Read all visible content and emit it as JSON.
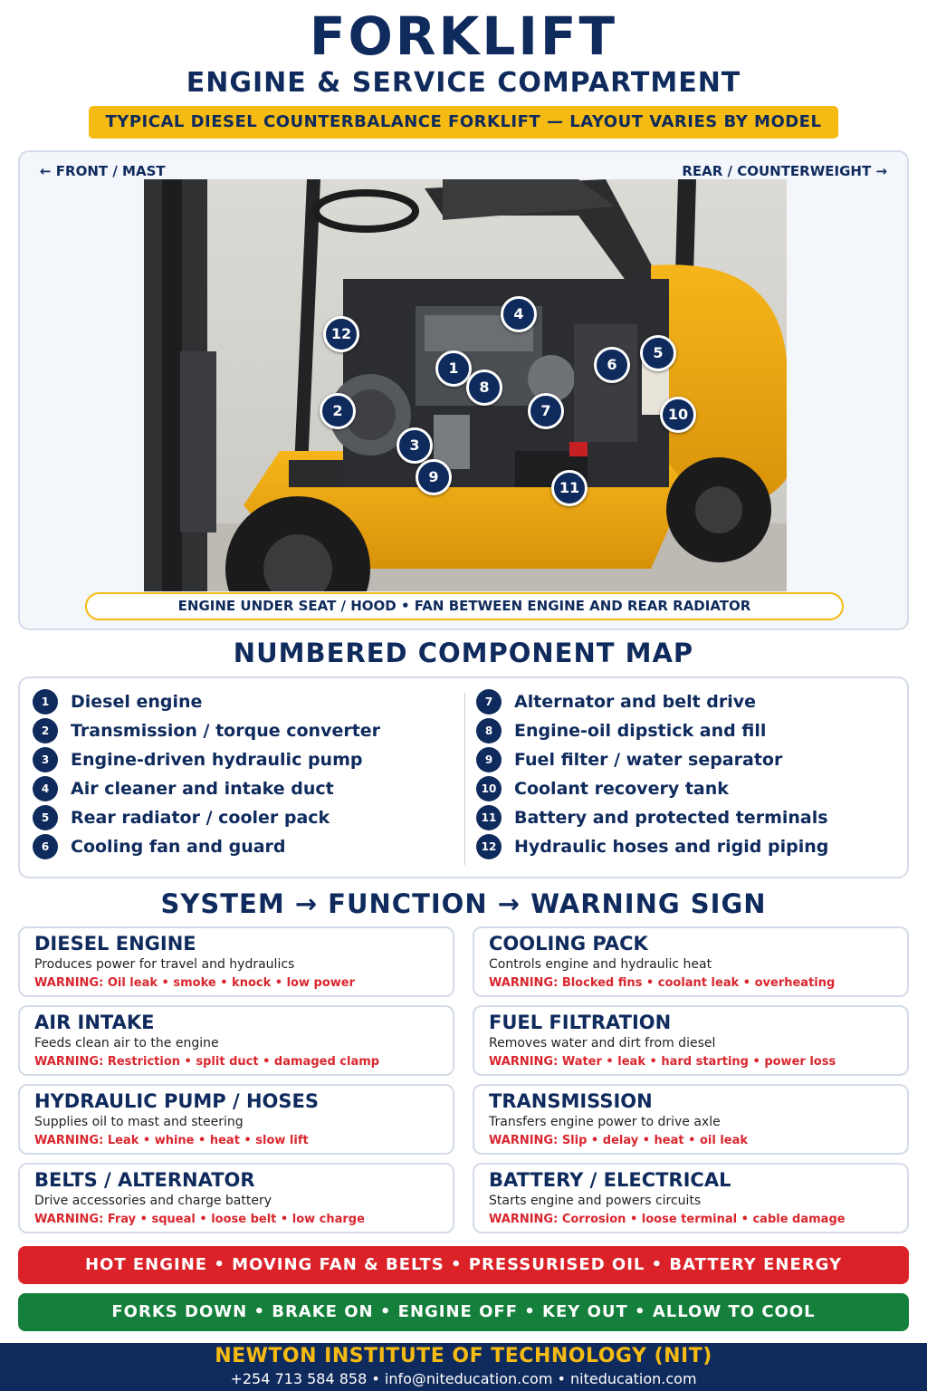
{
  "header": {
    "title": "FORKLIFT",
    "subtitle": "ENGINE & SERVICE COMPARTMENT",
    "banner": "TYPICAL DIESEL COUNTERBALANCE FORKLIFT — LAYOUT VARIES BY MODEL"
  },
  "photo_panel": {
    "front_label": "← FRONT / MAST",
    "rear_label": "REAR / COUNTERWEIGHT →",
    "caption": "ENGINE UNDER SEAT / HOOD • FAN BETWEEN ENGINE AND REAR RADIATOR",
    "markers": [
      "1",
      "2",
      "3",
      "4",
      "5",
      "6",
      "7",
      "8",
      "9",
      "10",
      "11",
      "12"
    ]
  },
  "component_map": {
    "title": "NUMBERED COMPONENT MAP",
    "left": [
      {
        "num": "1",
        "label": "Diesel engine"
      },
      {
        "num": "2",
        "label": "Transmission / torque converter"
      },
      {
        "num": "3",
        "label": "Engine-driven hydraulic pump"
      },
      {
        "num": "4",
        "label": "Air cleaner and intake duct"
      },
      {
        "num": "5",
        "label": "Rear radiator / cooler pack"
      },
      {
        "num": "6",
        "label": "Cooling fan and guard"
      }
    ],
    "right": [
      {
        "num": "7",
        "label": "Alternator and belt drive"
      },
      {
        "num": "8",
        "label": "Engine-oil dipstick and fill"
      },
      {
        "num": "9",
        "label": "Fuel filter / water separator"
      },
      {
        "num": "10",
        "label": "Coolant recovery tank"
      },
      {
        "num": "11",
        "label": "Battery and protected terminals"
      },
      {
        "num": "12",
        "label": "Hydraulic hoses and rigid piping"
      }
    ]
  },
  "systems": {
    "title": "SYSTEM → FUNCTION → WARNING SIGN",
    "cards": [
      {
        "title": "DIESEL ENGINE",
        "desc": "Produces power for travel and hydraulics",
        "warning": "WARNING: Oil leak • smoke • knock • low power"
      },
      {
        "title": "COOLING PACK",
        "desc": "Controls engine and hydraulic heat",
        "warning": "WARNING: Blocked fins • coolant leak • overheating"
      },
      {
        "title": "AIR INTAKE",
        "desc": "Feeds clean air to the engine",
        "warning": "WARNING: Restriction • split duct • damaged clamp"
      },
      {
        "title": "FUEL FILTRATION",
        "desc": "Removes water and dirt from diesel",
        "warning": "WARNING: Water • leak • hard starting • power loss"
      },
      {
        "title": "HYDRAULIC PUMP / HOSES",
        "desc": "Supplies oil to mast and steering",
        "warning": "WARNING: Leak • whine • heat • slow lift"
      },
      {
        "title": "TRANSMISSION",
        "desc": "Transfers engine power to drive axle",
        "warning": "WARNING: Slip • delay • heat • oil leak"
      },
      {
        "title": "BELTS / ALTERNATOR",
        "desc": "Drive accessories and charge battery",
        "warning": "WARNING: Fray • squeal • loose belt • low charge"
      },
      {
        "title": "BATTERY / ELECTRICAL",
        "desc": "Starts engine and powers circuits",
        "warning": "WARNING: Corrosion • loose terminal • cable damage"
      }
    ]
  },
  "hazard_bar": "HOT ENGINE • MOVING FAN & BELTS • PRESSURISED OIL • BATTERY ENERGY",
  "safety_bar": "FORKS DOWN • BRAKE ON • ENGINE OFF • KEY OUT • ALLOW TO COOL",
  "footer": {
    "name": "NEWTON INSTITUTE OF TECHNOLOGY (NIT)",
    "contact": "+254 713 584 858 • info@niteducation.com • niteducation.com"
  },
  "colors": {
    "navy": "#0f2a5c",
    "yellow": "#f5bb12",
    "warning_red": "#d9262e",
    "hazard_red": "#dc2229",
    "safety_green": "#14803c"
  },
  "icons": [
    "arrow-left-icon",
    "arrow-right-icon"
  ]
}
